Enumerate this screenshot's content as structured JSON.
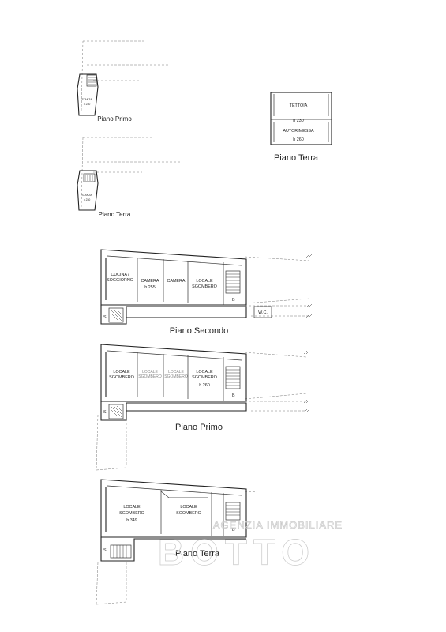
{
  "plans": {
    "small_upper": {
      "title": "Piano Primo",
      "room": "STANZA",
      "height": "h 230"
    },
    "small_lower": {
      "title": "Piano Terra",
      "room": "STANZA",
      "height": "h 230"
    },
    "garage": {
      "title": "Piano Terra",
      "room_top": "TETTOIA",
      "room_top_h": "h 230",
      "room_bottom": "AUTORIMESSA",
      "room_bottom_h": "h 260"
    },
    "second": {
      "title": "Piano Secondo",
      "rooms": {
        "cucina_1": "CUCINA /",
        "cucina_2": "SOGGIORNO",
        "camera1": "CAMERA",
        "camera1_h": "h 255",
        "camera2": "CAMERA",
        "locale_1": "LOCALE",
        "locale_2": "SGOMBERO",
        "wc": "W.C.",
        "stair_s": "S",
        "stair_b": "B"
      }
    },
    "first": {
      "title": "Piano Primo",
      "rooms": {
        "l1_1": "LOCALE",
        "l1_2": "SGOMBERO",
        "l2_1": "LOCALE",
        "l2_2": "SGOMBERO",
        "l3_1": "LOCALE",
        "l3_2": "SGOMBERO",
        "l4_1": "LOCALE",
        "l4_2": "SGOMBERO",
        "l4_h": "h 260",
        "stair_s": "S",
        "stair_b": "B"
      }
    },
    "ground": {
      "title": "Piano Terra",
      "rooms": {
        "l1_1": "LOCALE",
        "l1_2": "SGOMBERO",
        "l1_h": "h 349",
        "l2_1": "LOCALE",
        "l2_2": "SGOMBERO",
        "stair_s": "S",
        "stair_b": "B"
      }
    }
  },
  "watermark": {
    "line1": "AGENZIA IMMOBILIARE",
    "line2": "BOTTO"
  }
}
